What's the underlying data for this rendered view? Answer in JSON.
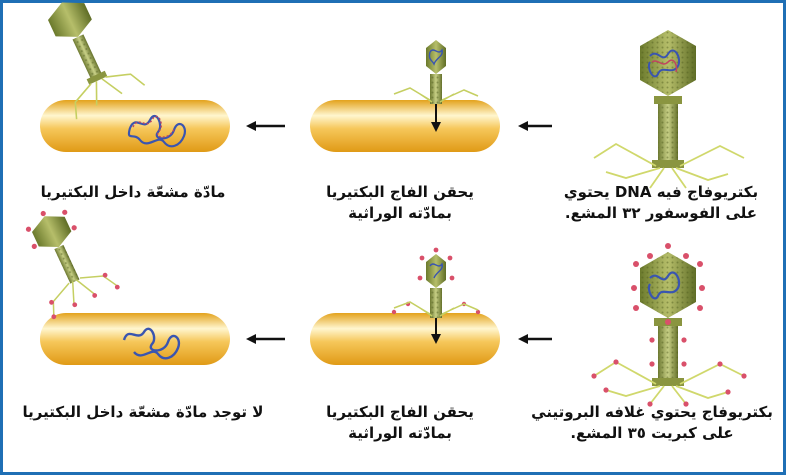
{
  "rows": [
    {
      "captions": {
        "left": "مادّة مشعّة داخل البكتيريا",
        "middle_line1": "يحقن الفاج البكتيريا",
        "middle_line2": "بمادّته الوراثية",
        "right_line1": "بكتريوفاج فيه DNA يحتوي",
        "right_line2": "على الفوسفور ٣٢ المشع."
      }
    },
    {
      "captions": {
        "left": "لا توجد مادّة مشعّة داخل البكتيريا",
        "middle_line1": "يحقن الفاج البكتيريا",
        "middle_line2": "بمادّته الوراثية",
        "right_line1": "بكتريوفاج يحتوي غلافه البروتيني",
        "right_line2": "على كبريت ٣٥ المشع."
      }
    }
  ],
  "colors": {
    "frame": "#1f6fb5",
    "bacterium": "#f2b630",
    "phage_head": "#7f8f3c",
    "phage_tail": "#9aa54a",
    "dna_radioactive": "#c0445f",
    "dna_normal": "#3a55b0",
    "sulfur_dots": "#d9506a"
  },
  "icons": [
    "arrow-left-icon",
    "bacteriophage-icon",
    "bacterium-icon",
    "dna-strand-icon"
  ]
}
